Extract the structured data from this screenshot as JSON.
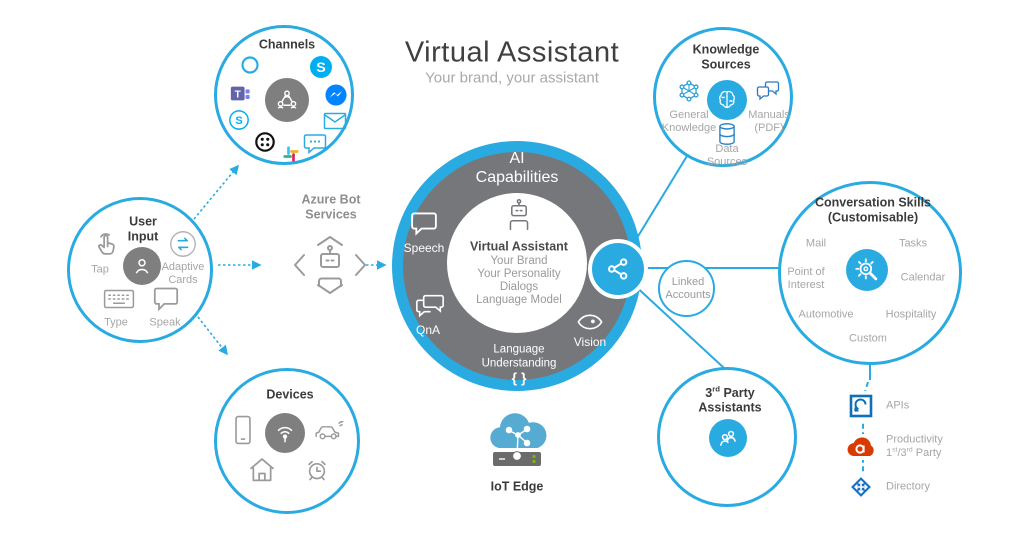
{
  "title": {
    "main": "Virtual Assistant",
    "subtitle": "Your brand, your assistant"
  },
  "colors": {
    "accent": "#29abe2",
    "ring_gray": "#76777a",
    "icon_gray": "#7f7f7f",
    "skype_blue": "#00aff0",
    "teams_purple": "#6264a7",
    "messenger_blue": "#0084ff",
    "productivity_red": "#d83b01",
    "directory_blue": "#1570c8",
    "iot_cloud_blue": "#56abd3"
  },
  "channels": {
    "title": "Channels"
  },
  "user_input": {
    "title": "User Input",
    "tap": "Tap",
    "adaptive_cards": "Adaptive Cards",
    "type": "Type",
    "speak": "Speak"
  },
  "azure_bot": {
    "title": "Azure Bot Services"
  },
  "ai": {
    "t1": "AI",
    "t2": "Capabilities",
    "speech": "Speech",
    "qna": "QnA",
    "language_understanding": "Language Understanding",
    "braces": "{ }",
    "vision": "Vision",
    "inner": {
      "title": "Virtual Assistant",
      "line1": "Your Brand",
      "line2": "Your Personality",
      "line3": "Dialogs",
      "line4": "Language Model"
    }
  },
  "knowledge": {
    "title": "Knowledge Sources",
    "general": "General Knowledge",
    "manuals": "Manuals (PDF)",
    "data_sources": "Data Sources"
  },
  "linked_accounts": {
    "title": "Linked Accounts"
  },
  "skills": {
    "t1": "Conversation Skills",
    "t2": "(Customisable)",
    "mail": "Mail",
    "tasks": "Tasks",
    "poi": "Point of Interest",
    "calendar": "Calendar",
    "automotive": "Automotive",
    "hospitality": "Hospitality",
    "custom": "Custom"
  },
  "third_party": {
    "prefix": "3",
    "ordinal": "rd",
    "suffix": " Party",
    "line2": "Assistants"
  },
  "devices": {
    "title": "Devices"
  },
  "iot": {
    "title": "IoT Edge"
  },
  "external": {
    "apis": "APIs",
    "productivity": "Productivity",
    "p1": "1",
    "p1s": "st",
    "p2": "/3",
    "p2s": "rd",
    "p3": " Party",
    "directory": "Directory"
  }
}
